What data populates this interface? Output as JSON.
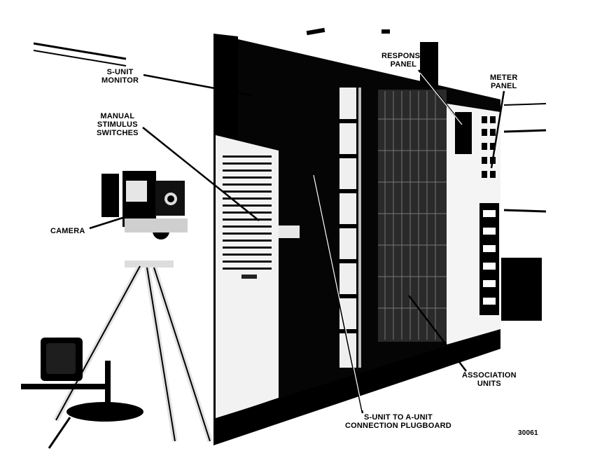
{
  "figure": {
    "labels": {
      "s_unit_monitor": [
        "S-UNIT",
        "MONITOR"
      ],
      "manual_stimulus_switches": [
        "MANUAL",
        "STIMULUS",
        "SWITCHES"
      ],
      "camera": [
        "CAMERA"
      ],
      "response_panel": [
        "RESPONSE",
        "PANEL"
      ],
      "meter_panel": [
        "METER",
        "PANEL"
      ],
      "association_units": [
        "ASSOCIATION",
        "UNITS"
      ],
      "plugboard": [
        "S-UNIT TO A-UNIT",
        "CONNECTION PLUGBOARD"
      ]
    },
    "photo_number": "30061"
  },
  "colors": {
    "ink": "#000000",
    "paper": "#ffffff",
    "panel_light": "#f2f2f2"
  }
}
